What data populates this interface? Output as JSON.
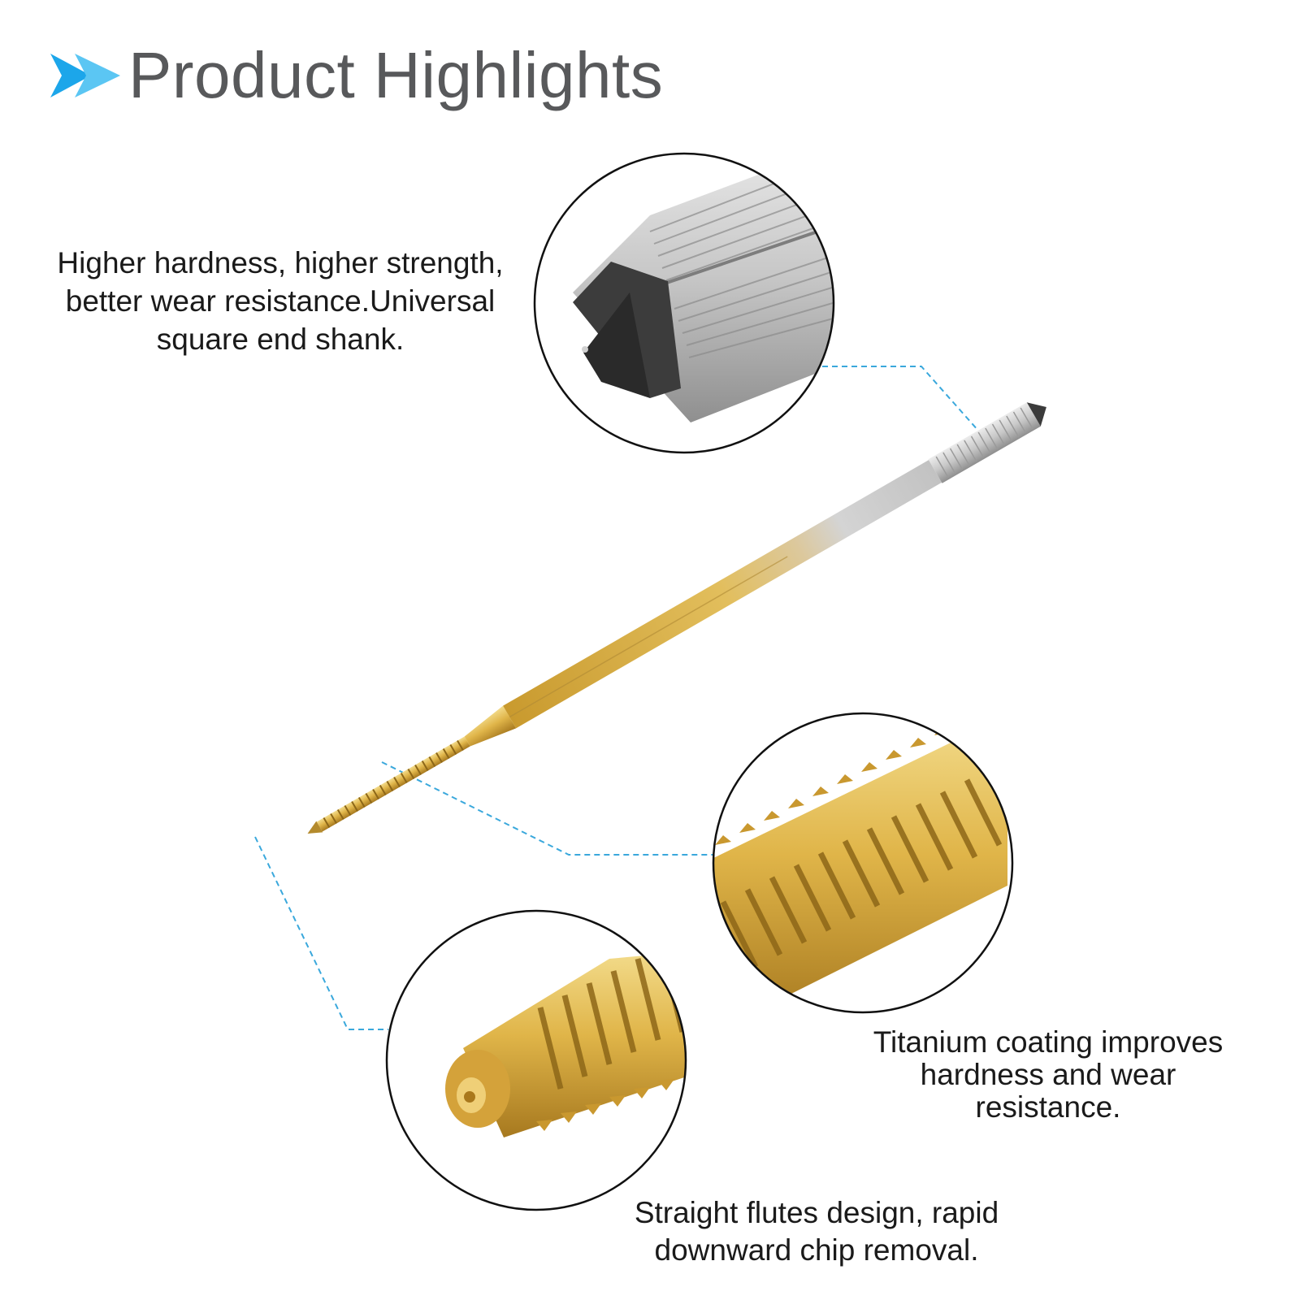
{
  "header": {
    "title": "Product Highlights",
    "icon": "double-chevron-arrow-icon",
    "accent_colors": [
      "#1ca6ea",
      "#5bc6f3"
    ]
  },
  "product": {
    "image": "hand-tap-titanium-coated",
    "shank_color": "#c9c9c9",
    "coating_color": "#d7ac42"
  },
  "callouts": [
    {
      "lines": [
        "Higher hardness, higher strength,",
        "better wear resistance.Universal",
        "square end shank."
      ],
      "detail": "square-end-shank-closeup"
    },
    {
      "lines": [
        "Titanium coating improves",
        "hardness and wear",
        "resistance."
      ],
      "detail": "threaded-section-closeup"
    },
    {
      "lines": [
        "Straight flutes design, rapid",
        "downward chip removal."
      ],
      "detail": "tap-tip-closeup"
    }
  ],
  "leader_line_color": "#3aa8dc"
}
